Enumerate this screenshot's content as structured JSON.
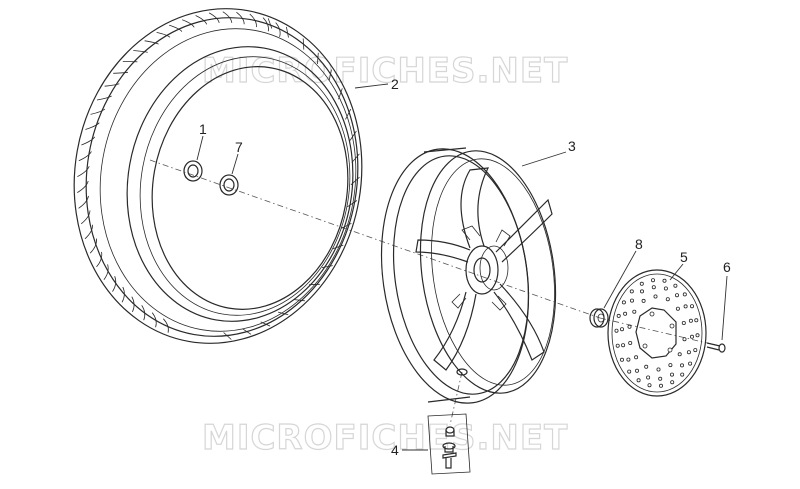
{
  "watermark": {
    "text_top": "MICROFICHES.NET",
    "text_bottom": "MICROFICHES.NET"
  },
  "callouts": [
    {
      "id": "c1",
      "label": "1"
    },
    {
      "id": "c2",
      "label": "2"
    },
    {
      "id": "c3",
      "label": "3"
    },
    {
      "id": "c4",
      "label": "4"
    },
    {
      "id": "c5",
      "label": "5"
    },
    {
      "id": "c6",
      "label": "6"
    },
    {
      "id": "c7",
      "label": "7"
    },
    {
      "id": "c8",
      "label": "8"
    }
  ]
}
